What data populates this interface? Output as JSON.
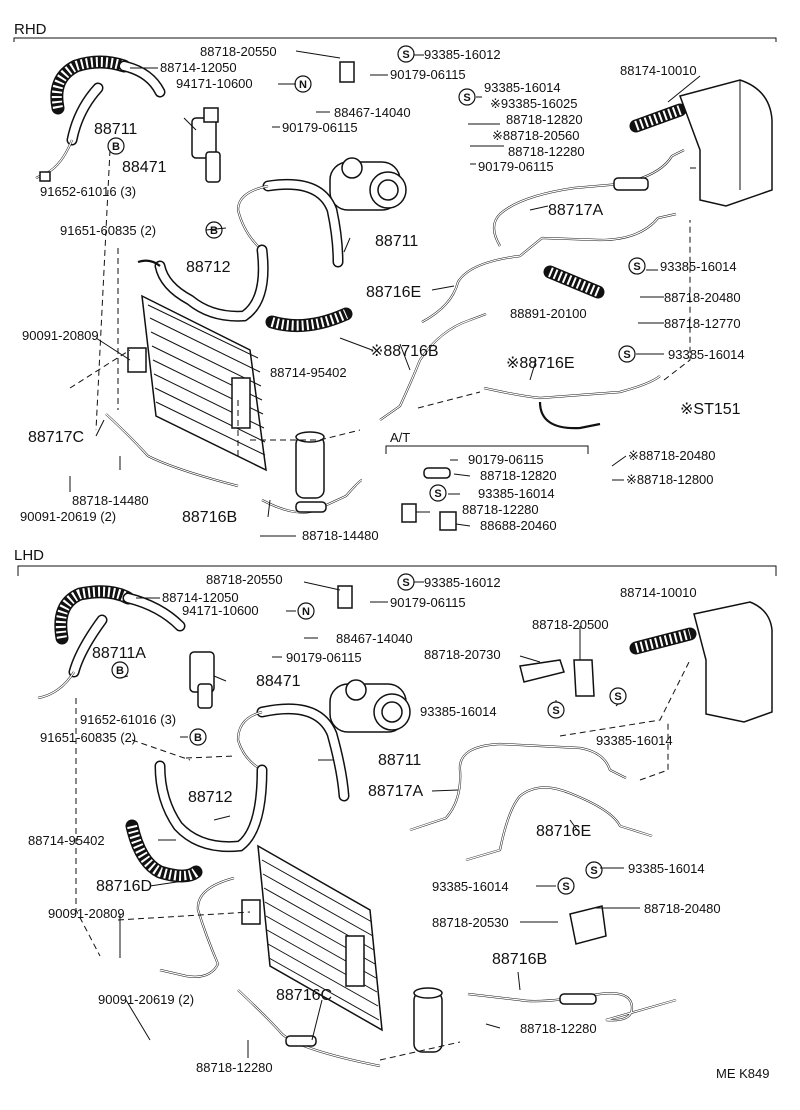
{
  "sections": {
    "rhd": "RHD",
    "lhd": "LHD",
    "at": "A/T",
    "st": "※ST151",
    "footer": "ME K849"
  },
  "symbols": {
    "s": "S",
    "n": "N",
    "b": "B"
  },
  "rhd_labels": {
    "l1": "88718-20550",
    "l2": "93385-16012",
    "l3": "88714-12050",
    "l4": "90179-06115",
    "l5": "94171-10600",
    "l6": "88174-10010",
    "l7": "93385-16014",
    "l8": "※93385-16025",
    "l9": "88467-14040",
    "l10": "88711",
    "l11": "90179-06115",
    "l12": "88718-12820",
    "l13": "※88718-20560",
    "l14": "88718-12280",
    "l15": "88471",
    "l16": "90179-06115",
    "l17": "91652-61016 (3)",
    "l18": "88717A",
    "l19": "91651-60835 (2)",
    "l20": "88711",
    "l21": "88712",
    "l22": "93385-16014",
    "l23": "88716E",
    "l24": "88718-20480",
    "l25": "88891-20100",
    "l26": "88718-12770",
    "l27": "90091-20809",
    "l28": "※88716B",
    "l29": "93385-16014",
    "l30": "88714-95402",
    "l31": "※88716E",
    "l32": "88717C",
    "l33": "90179-06115",
    "l34": "※88718-20480",
    "l35": "88718-12820",
    "l36": "※88718-12800",
    "l37": "88718-14480",
    "l38": "93385-16014",
    "l39": "90091-20619 (2)",
    "l40": "88718-12280",
    "l41": "88716B",
    "l42": "88688-20460",
    "l43": "88718-14480"
  },
  "lhd_labels": {
    "m1": "88718-20550",
    "m2": "93385-16012",
    "m3": "88714-12050",
    "m4": "90179-06115",
    "m5": "88714-10010",
    "m6": "94171-10600",
    "m7": "88467-14040",
    "m8": "88718-20500",
    "m9": "88711A",
    "m10": "90179-06115",
    "m11": "88718-20730",
    "m12": "88471",
    "m13": "91652-61016 (3)",
    "m14": "93385-16014",
    "m15": "91651-60835 (2)",
    "m16": "93385-16014",
    "m17": "88711",
    "m18": "88717A",
    "m19": "88712",
    "m20": "88716E",
    "m21": "88714-95402",
    "m22": "93385-16014",
    "m23": "88716D",
    "m24": "93385-16014",
    "m25": "90091-20809",
    "m26": "88718-20480",
    "m27": "88718-20530",
    "m28": "88716B",
    "m29": "90091-20619 (2)",
    "m30": "88716C",
    "m31": "88718-12280",
    "m32": "88718-12280"
  }
}
